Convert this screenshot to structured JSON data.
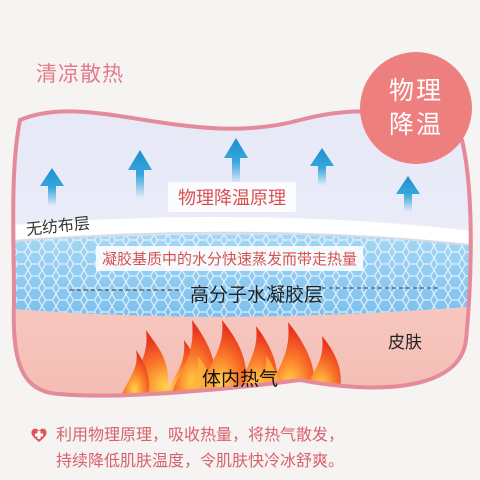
{
  "title": "清凉散热",
  "badge": {
    "line1": "物理",
    "line2": "降温"
  },
  "principle_label": "物理降温原理",
  "fabric_label": "无纺布层",
  "gel_description": "凝胶基质中的水分快速蒸发而带走热量",
  "gel_layer_label": "高分子水凝胶层",
  "skin_label": "皮肤",
  "body_heat_label": "体内热气",
  "footer": {
    "icon": "red-cross-heart-icon",
    "line1": "利用物理原理，吸收热量，将热气散发，",
    "line2": "持续降低肌肤温度，令肌肤快冷冰舒爽。"
  },
  "colors": {
    "accent": "#ee7f7f",
    "text_red": "#d9514f",
    "arrow": "#2a9ed6",
    "gel": "#8fcaf0",
    "flame": "#f2552a"
  }
}
